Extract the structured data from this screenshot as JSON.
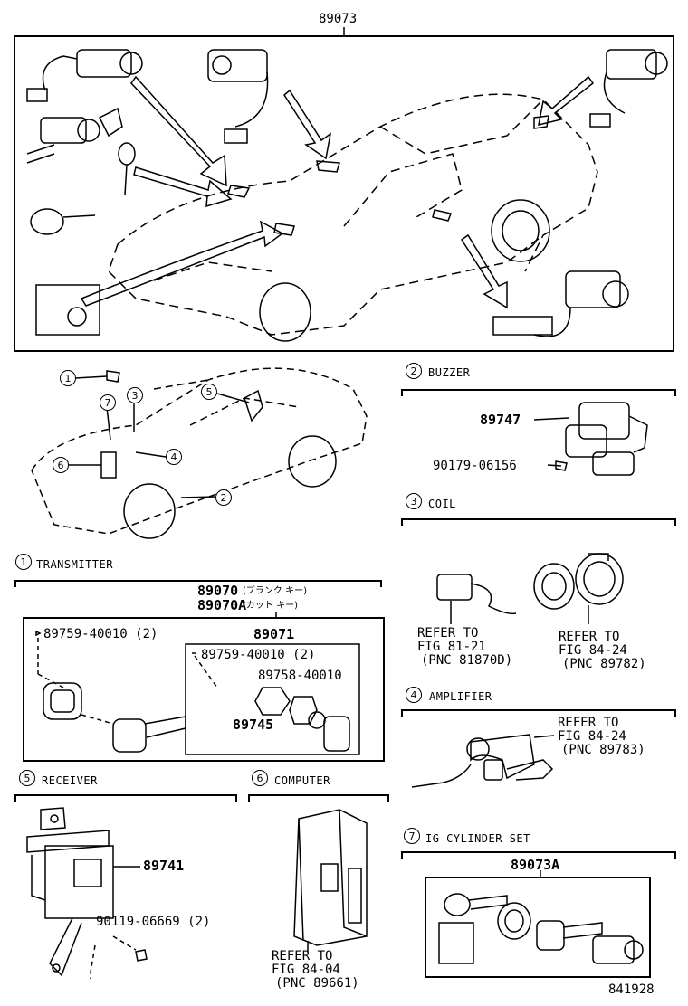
{
  "top": {
    "part_number": "89073"
  },
  "callouts": {
    "c1": "1",
    "c2": "2",
    "c3": "3",
    "c4": "4",
    "c5": "5",
    "c6": "6",
    "c7": "7"
  },
  "buzzer": {
    "num": "2",
    "title": "BUZZER",
    "p1": "89747",
    "p2": "90179-06156"
  },
  "coil": {
    "num": "3",
    "title": "COIL",
    "ref1_l1": "REFER TO",
    "ref1_l2": "FIG 81-21",
    "ref1_l3": "(PNC 81870D)",
    "ref2_l1": "REFER TO",
    "ref2_l2": "FIG 84-24",
    "ref2_l3": "(PNC 89782)"
  },
  "transmitter": {
    "num": "1",
    "title": "TRANSMITTER",
    "p1": "89070",
    "p1_note": "(ブランク キー)",
    "p2": "89070A",
    "p2_note": "(カット キー)",
    "p3": "89759-40010 (2)",
    "p4": "89071",
    "p5": "89759-40010 (2)",
    "p6": "89758-40010",
    "p7": "89745"
  },
  "amplifier": {
    "num": "4",
    "title": "AMPLIFIER",
    "ref_l1": "REFER TO",
    "ref_l2": "FIG 84-24",
    "ref_l3": "(PNC 89783)"
  },
  "receiver": {
    "num": "5",
    "title": "RECEIVER",
    "p1": "89741",
    "p2": "90119-06669 (2)"
  },
  "computer": {
    "num": "6",
    "title": "COMPUTER",
    "ref_l1": "REFER TO",
    "ref_l2": "FIG 84-04",
    "ref_l3": "(PNC 89661)"
  },
  "ig_cylinder": {
    "num": "7",
    "title": "IG CYLINDER SET",
    "p1": "89073A"
  },
  "figure_number": "841928"
}
